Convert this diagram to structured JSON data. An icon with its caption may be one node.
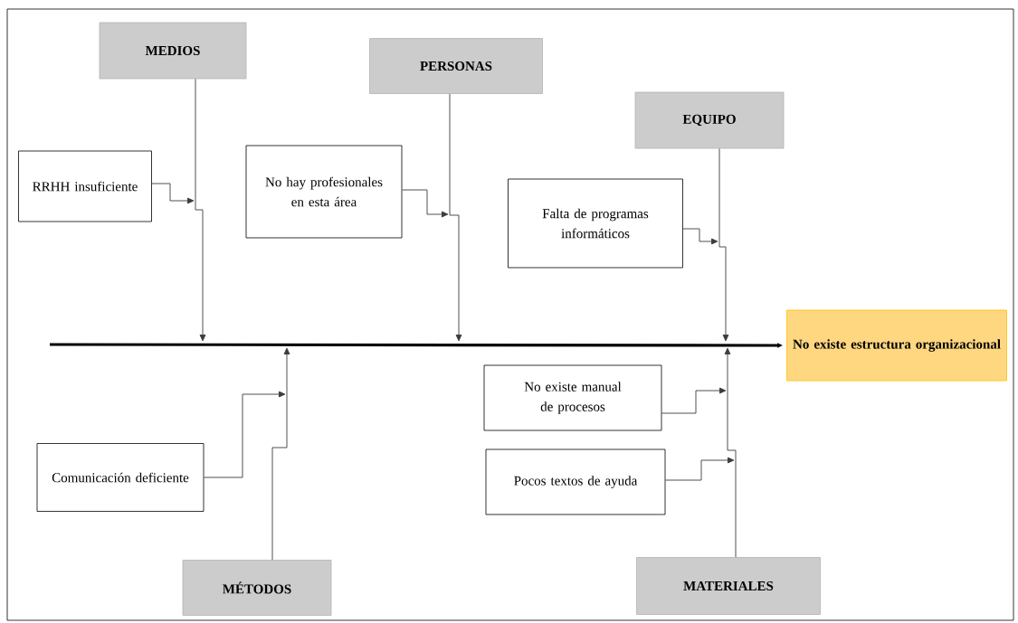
{
  "diagram": {
    "nodes": [
      {
        "text": [
          "MEDIOS"
        ]
      },
      {
        "text": [
          "PERSONAS"
        ]
      },
      {
        "text": [
          "EQUIPO"
        ]
      },
      {
        "text": [
          "RRHH insuficiente"
        ]
      },
      {
        "text": [
          "No hay profesionales en esta área"
        ]
      },
      {
        "text": [
          "Falta de programas informáticos"
        ]
      },
      {
        "text": [
          "No existe estructura organizacional"
        ]
      },
      {
        "text": [
          "No existe manual de procesos"
        ]
      },
      {
        "text": [
          "Comunicación deficiente"
        ]
      },
      {
        "text": [
          "Pocos textos de ayuda"
        ]
      },
      {
        "text": [
          "MÉTODOS"
        ]
      },
      {
        "text": [
          "MATERIALES"
        ]
      }
    ],
    "edges": [
      {
        "from": null,
        "to": 6,
        "arrow": "to",
        "style": "thick",
        "color": "#000000"
      },
      {
        "from": 0,
        "to": null,
        "arrow": "to"
      },
      {
        "from": 1,
        "to": null,
        "arrow": "to"
      },
      {
        "from": 2,
        "to": null,
        "arrow": "to"
      },
      {
        "from": 10,
        "to": null,
        "arrow": "to"
      },
      {
        "from": 11,
        "to": null,
        "arrow": "to"
      },
      {
        "from": 3,
        "to": null,
        "arrow": "to"
      },
      {
        "from": 4,
        "to": null,
        "arrow": "to"
      },
      {
        "from": 5,
        "to": null,
        "arrow": "to"
      },
      {
        "from": 7,
        "to": null,
        "arrow": "to"
      },
      {
        "from": 8,
        "to": null,
        "arrow": "to"
      },
      {
        "from": 9,
        "to": null,
        "arrow": "to"
      }
    ]
  }
}
